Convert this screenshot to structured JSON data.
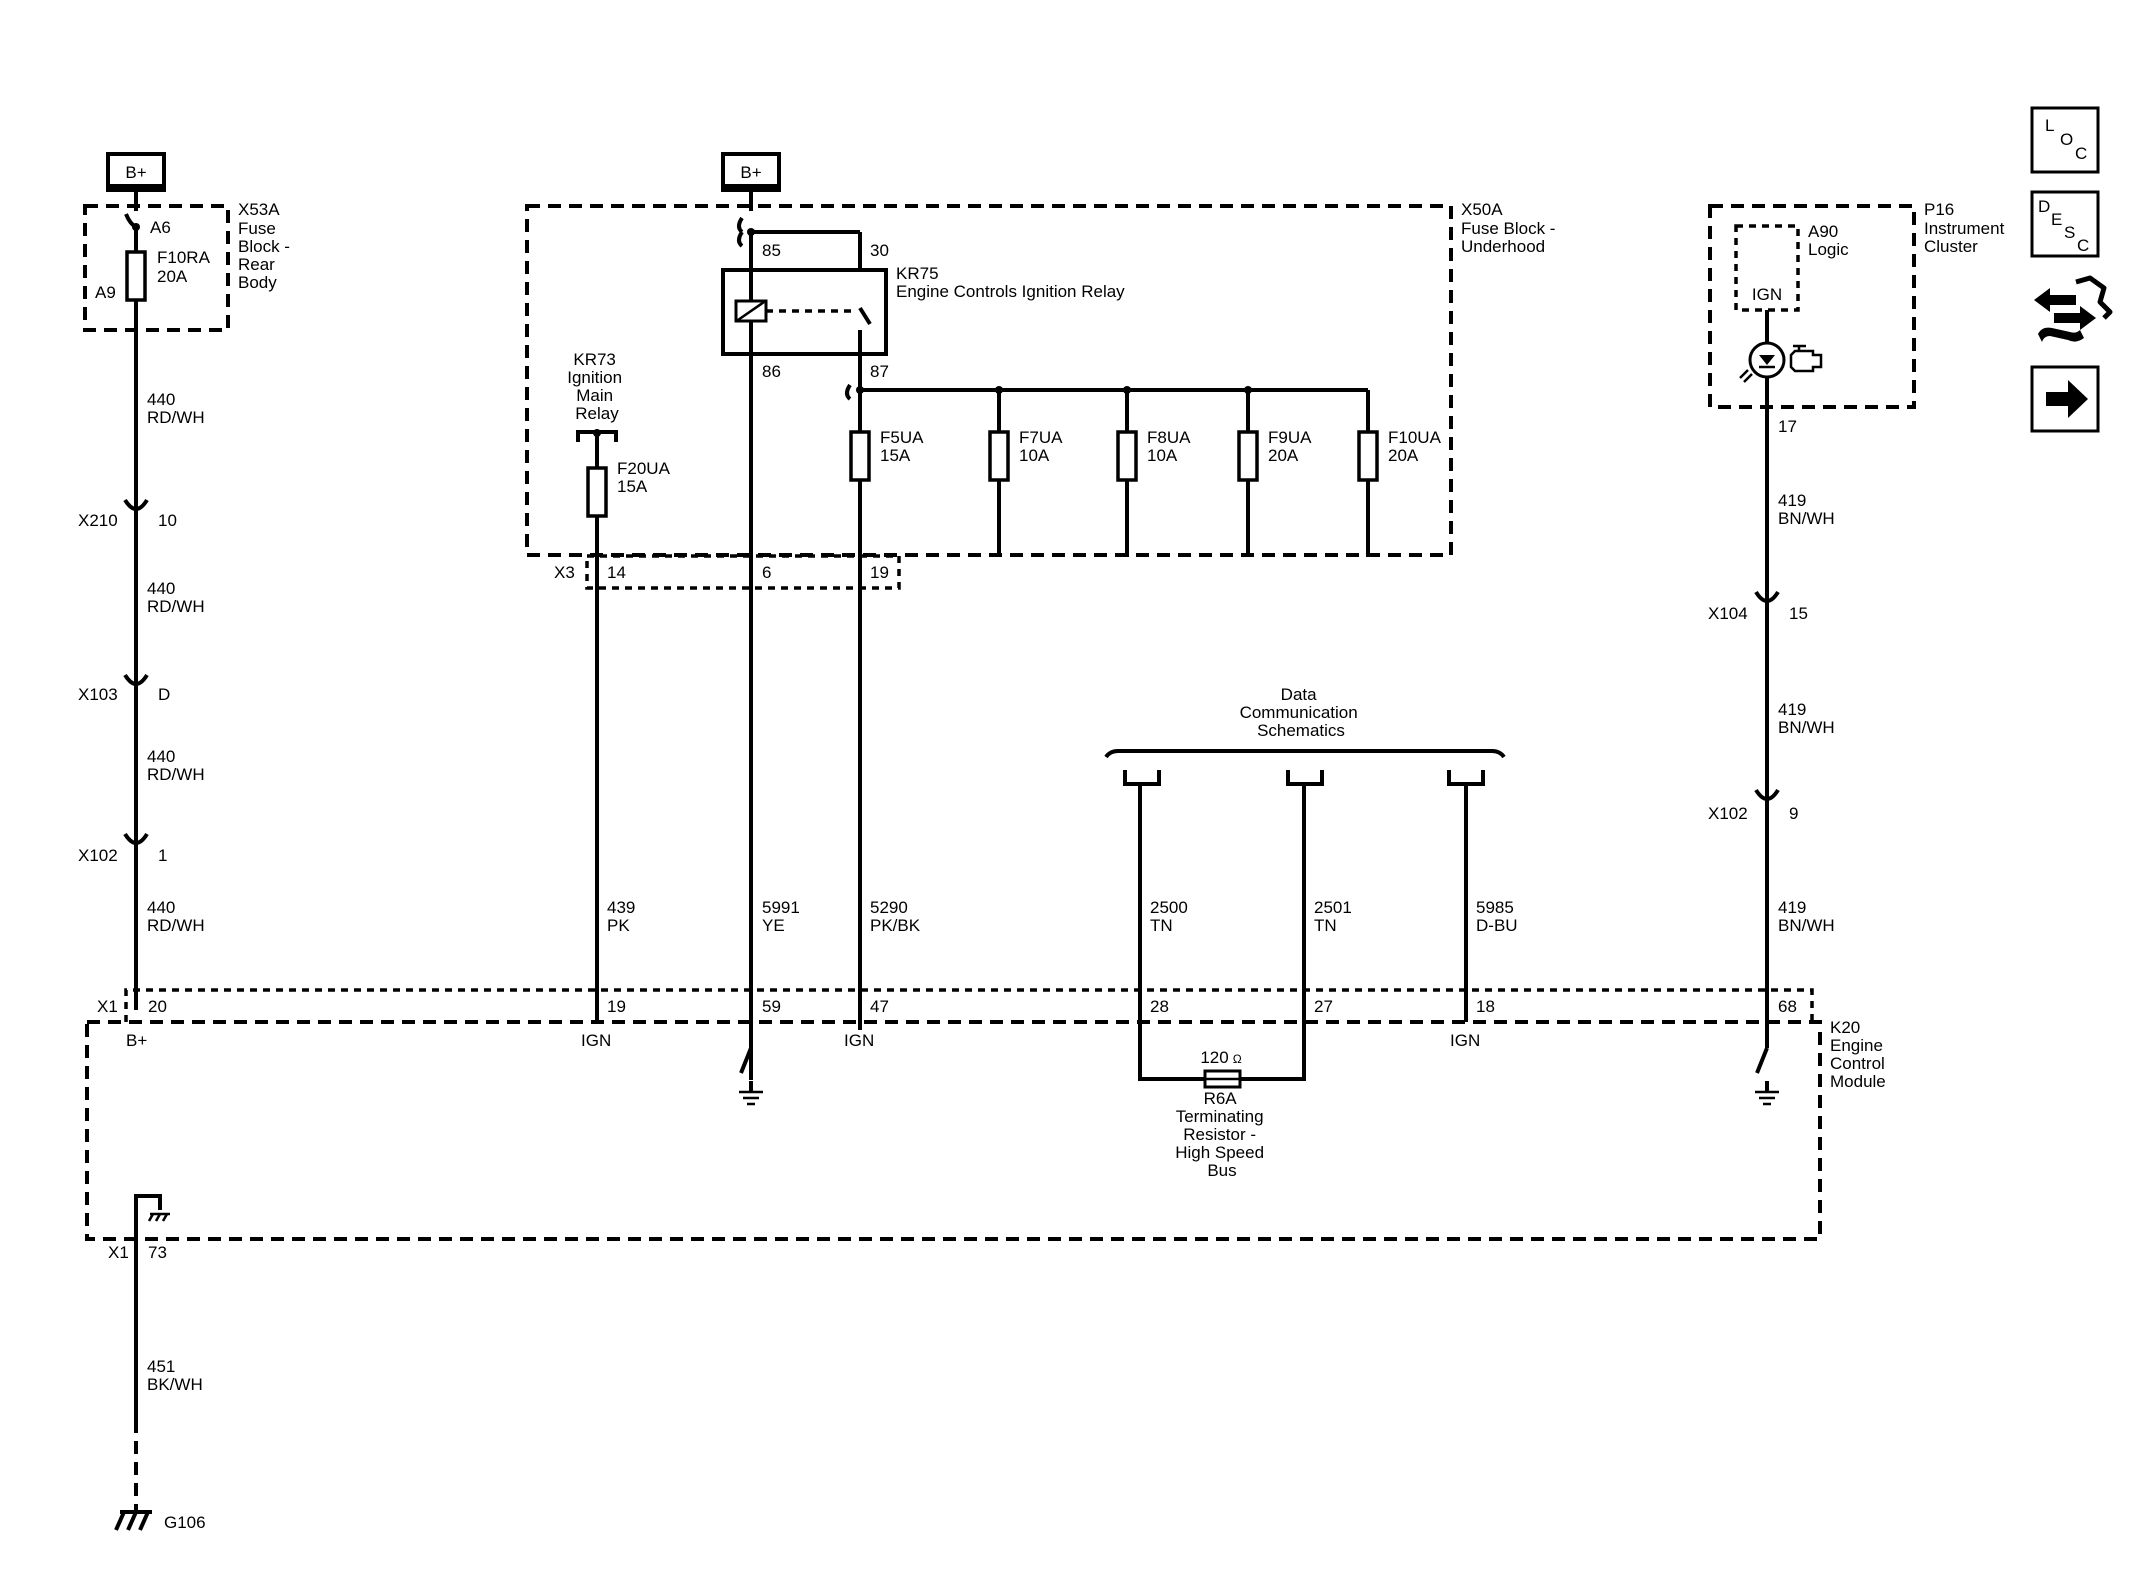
{
  "power": {
    "label": "B+"
  },
  "x53a": {
    "lines": [
      "X53A",
      "Fuse",
      "Block -",
      "Rear",
      "Body"
    ],
    "pin_in": "A6",
    "pin_out": "A9",
    "fuse_name": "F10RA",
    "fuse_rating": "20A"
  },
  "x50a": {
    "lines": [
      "X50A",
      "Fuse Block -",
      "Underhood"
    ]
  },
  "kr75": {
    "lines": [
      "KR75",
      "Engine Controls Ignition Relay"
    ],
    "pin_85": "85",
    "pin_30": "30",
    "pin_86": "86",
    "pin_87": "87"
  },
  "kr73": {
    "lines": [
      "KR73",
      "Ignition",
      "Main",
      "Relay"
    ],
    "fuse_name": "F20UA",
    "fuse_rating": "15A"
  },
  "fuses": [
    {
      "name": "F5UA",
      "rating": "15A"
    },
    {
      "name": "F7UA",
      "rating": "10A"
    },
    {
      "name": "F8UA",
      "rating": "10A"
    },
    {
      "name": "F9UA",
      "rating": "20A"
    },
    {
      "name": "F10UA",
      "rating": "20A"
    }
  ],
  "x3": {
    "label": "X3",
    "pins": [
      "14",
      "6",
      "19"
    ]
  },
  "p16": {
    "lines": [
      "P16",
      "Instrument",
      "Cluster"
    ],
    "a90_lines": [
      "A90",
      "Logic"
    ],
    "ign": "IGN",
    "pin": "17"
  },
  "left_wire": [
    {
      "circuit": "440",
      "color": "RD/WH"
    },
    {
      "circuit": "440",
      "color": "RD/WH"
    },
    {
      "circuit": "440",
      "color": "RD/WH"
    },
    {
      "circuit": "440",
      "color": "RD/WH"
    }
  ],
  "left_connectors": [
    {
      "name": "X210",
      "pin": "10"
    },
    {
      "name": "X103",
      "pin": "D"
    },
    {
      "name": "X102",
      "pin": "1"
    }
  ],
  "right_wire": [
    {
      "circuit": "419",
      "color": "BN/WH"
    },
    {
      "circuit": "419",
      "color": "BN/WH"
    },
    {
      "circuit": "419",
      "color": "BN/WH"
    }
  ],
  "right_connectors": [
    {
      "name": "X104",
      "pin": "15"
    },
    {
      "name": "X102",
      "pin": "9"
    }
  ],
  "mid_wires": [
    {
      "circuit": "439",
      "color": "PK"
    },
    {
      "circuit": "5991",
      "color": "YE"
    },
    {
      "circuit": "5290",
      "color": "PK/BK"
    },
    {
      "circuit": "2500",
      "color": "TN"
    },
    {
      "circuit": "2501",
      "color": "TN"
    },
    {
      "circuit": "5985",
      "color": "D-BU"
    }
  ],
  "data_comm": {
    "lines": [
      "Data",
      "Communication",
      "Schematics"
    ]
  },
  "k20": {
    "lines": [
      "K20",
      "Engine",
      "Control",
      "Module"
    ],
    "connector": "X1",
    "pins": [
      "20",
      "19",
      "59",
      "47",
      "28",
      "27",
      "18",
      "68"
    ],
    "b_plus": "B+",
    "ign": "IGN",
    "ground_connector": "X1",
    "ground_pin": "73"
  },
  "r6a": {
    "value": "120",
    "unit": "Ω",
    "lines": [
      "R6A",
      "Terminating",
      "Resistor -",
      "High Speed",
      "Bus"
    ]
  },
  "ground_wire": {
    "circuit": "451",
    "color": "BK/WH"
  },
  "ground": {
    "label": "G106"
  },
  "side_buttons": [
    {
      "name": "loc",
      "letters": [
        "L",
        "O",
        "C"
      ]
    },
    {
      "name": "desc",
      "letters": [
        "D",
        "E",
        "S",
        "C"
      ]
    },
    {
      "name": "connector-views",
      "icon": "wiring-harness-icon"
    },
    {
      "name": "next",
      "icon": "arrow-right-icon"
    }
  ]
}
